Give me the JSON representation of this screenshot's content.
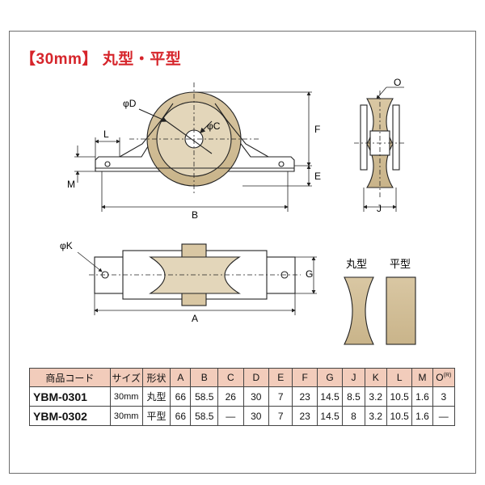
{
  "title": "【30mm】 丸型・平型",
  "labels": {
    "phi_d": "φD",
    "phi_c": "φC",
    "phi_k": "φK",
    "dim_l": "L",
    "dim_m": "M",
    "dim_b": "B",
    "dim_f": "F",
    "dim_e": "E",
    "dim_o": "O",
    "dim_j": "J",
    "dim_g": "G",
    "dim_a": "A",
    "shape_round": "丸型",
    "shape_flat": "平型"
  },
  "table": {
    "headers": [
      "商品コード",
      "サイズ",
      "形状",
      "A",
      "B",
      "C",
      "D",
      "E",
      "F",
      "G",
      "J",
      "K",
      "L",
      "M",
      "O"
    ],
    "o_suffix": "(R)",
    "rows": [
      [
        "YBM-0301",
        "30mm",
        "丸型",
        "66",
        "58.5",
        "26",
        "30",
        "7",
        "23",
        "14.5",
        "8.5",
        "3.2",
        "10.5",
        "1.6",
        "3"
      ],
      [
        "YBM-0302",
        "30mm",
        "平型",
        "66",
        "58.5",
        "—",
        "30",
        "7",
        "23",
        "14.5",
        "8",
        "3.2",
        "10.5",
        "1.6",
        "—"
      ]
    ]
  }
}
